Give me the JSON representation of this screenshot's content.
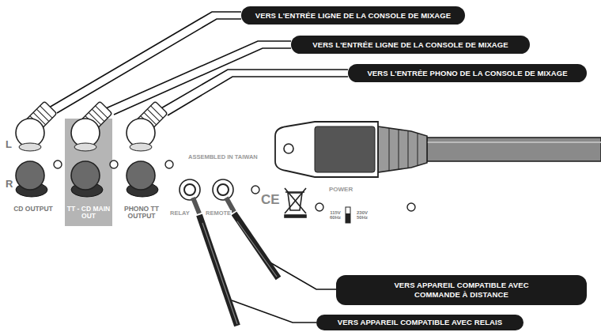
{
  "diagram": {
    "nodes": [
      {
        "text": [
          "VERS L'ENTRÉE LIGNE DE LA CONSOLE DE MIXAGE"
        ]
      },
      {
        "text": [
          "VERS L'ENTRÉE LIGNE DE LA CONSOLE DE MIXAGE"
        ]
      },
      {
        "text": [
          "VERS L'ENTRÉE PHONO DE LA CONSOLE DE MIXAGE"
        ]
      },
      {
        "text": [
          "VERS APPAREIL COMPATIBLE AVEC COMMANDE À DISTANCE"
        ]
      },
      {
        "text": [
          "VERS APPAREIL COMPATIBLE AVEC RELAIS"
        ]
      }
    ],
    "labels": [
      "L",
      "R",
      "CD OUTPUT",
      "TT - CD MAIN OUT",
      "PHONO TT OUTPUT",
      "ASSEMBLED IN TAIWAN",
      "RELAY",
      "REMOTE",
      "CE",
      "POWER",
      "115V 60Hz",
      "230V 50Hz"
    ]
  }
}
